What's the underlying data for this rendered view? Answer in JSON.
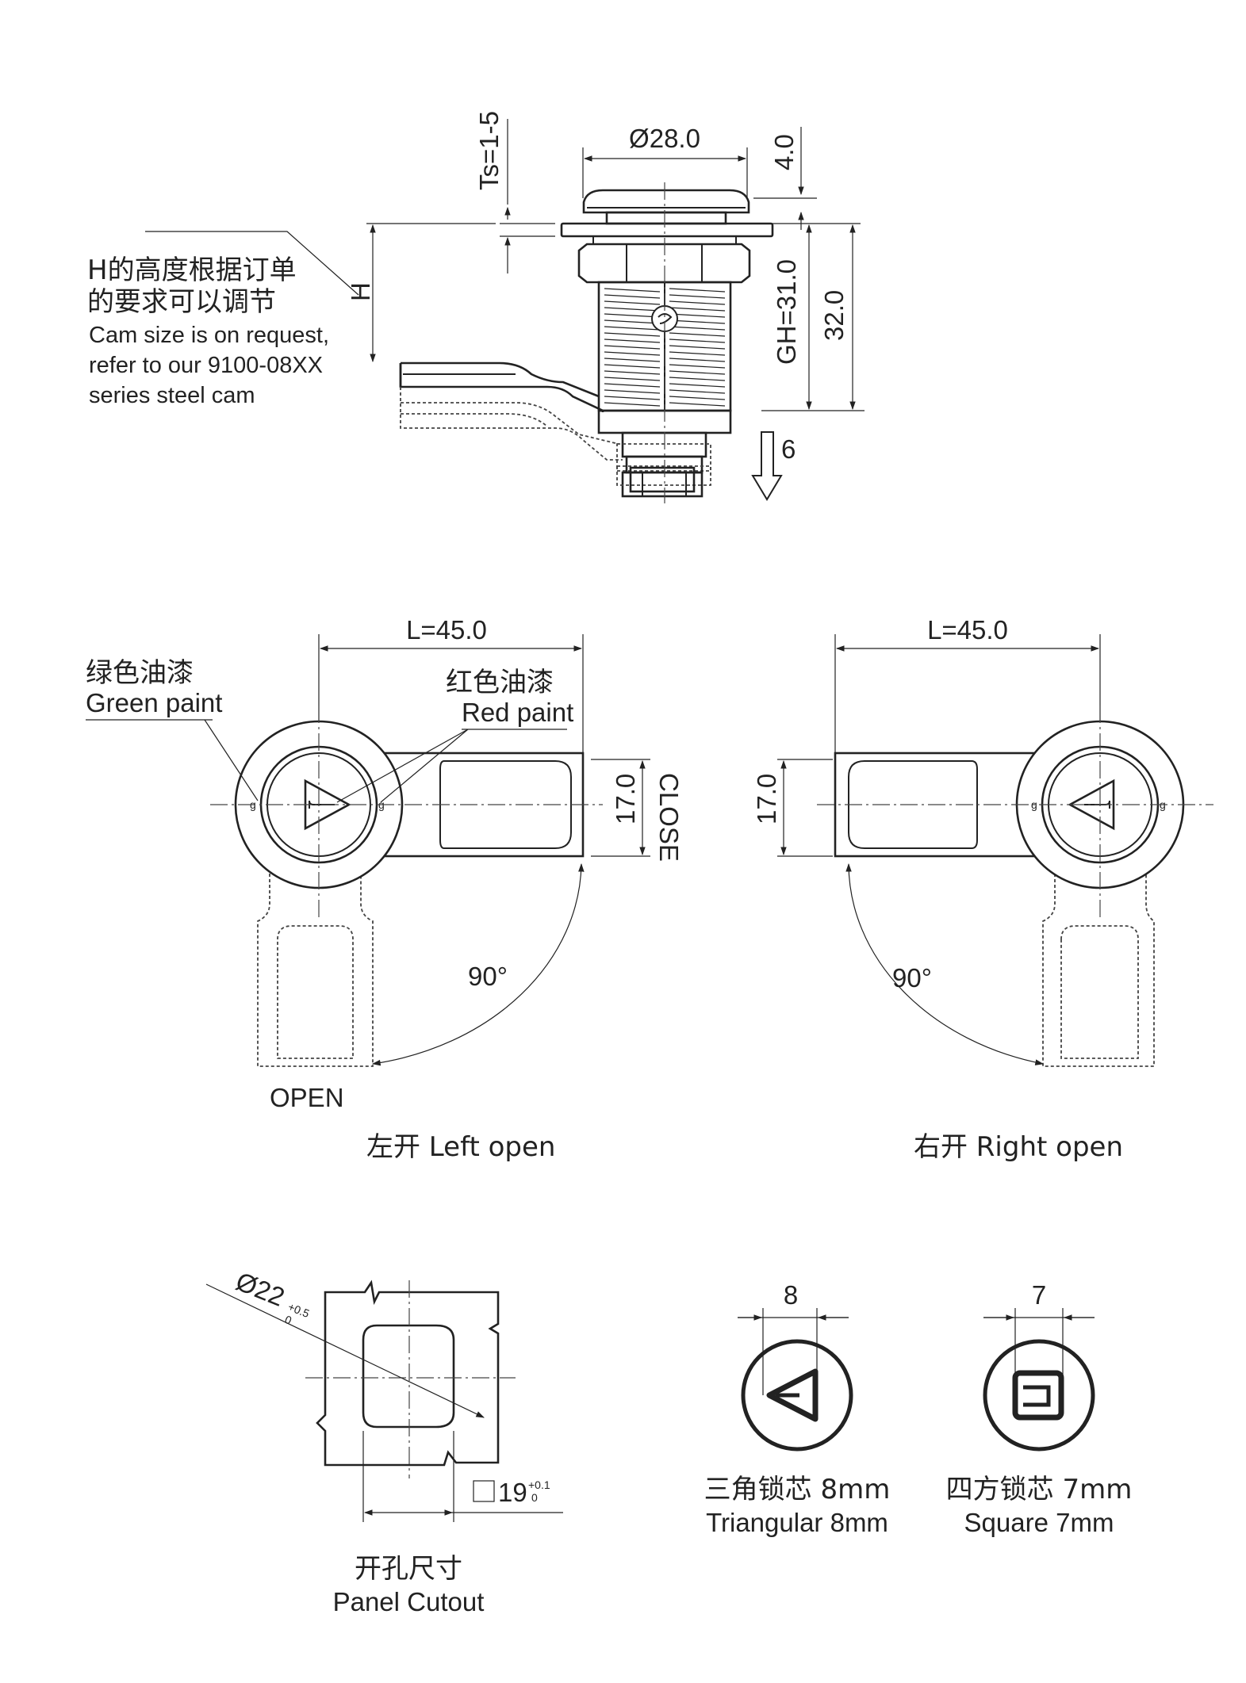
{
  "top_view": {
    "dims": {
      "thickness": "Ts=1-5",
      "diameter": "Ø28.0",
      "cap_height": "4.0",
      "h": "H",
      "gh": "GH=31.0",
      "total": "32.0",
      "travel": "6"
    },
    "note": {
      "cn_line1": "H的高度根据订单",
      "cn_line2": "的要求可以调节",
      "en_line1": "Cam size is on request,",
      "en_line2": "refer to our 9100-08XX",
      "en_line3": "series steel cam"
    }
  },
  "left_view": {
    "length": "L=45.0",
    "width": "17.0",
    "angle": "90°",
    "close": "CLOSE",
    "open": "OPEN",
    "green_cn": "绿色油漆",
    "green_en": "Green paint",
    "red_cn": "红色油漆",
    "red_en": "Red paint",
    "caption": "左开 Left open"
  },
  "right_view": {
    "length": "L=45.0",
    "width": "17.0",
    "angle": "90°",
    "caption": "右开 Right open"
  },
  "cutout": {
    "diameter": "Ø22",
    "dia_tol_upper": "+0.5",
    "dia_tol_lower": "0",
    "square": "19",
    "sq_tol_upper": "+0.1",
    "sq_tol_lower": "0",
    "caption_cn": "开孔尺寸",
    "caption_en": "Panel Cutout"
  },
  "cores": [
    {
      "size": "8",
      "caption_cn": "三角锁芯 8mm",
      "caption_en": "Triangular 8mm"
    },
    {
      "size": "7",
      "caption_cn": "四方锁芯 7mm",
      "caption_en": "Square 7mm"
    }
  ]
}
